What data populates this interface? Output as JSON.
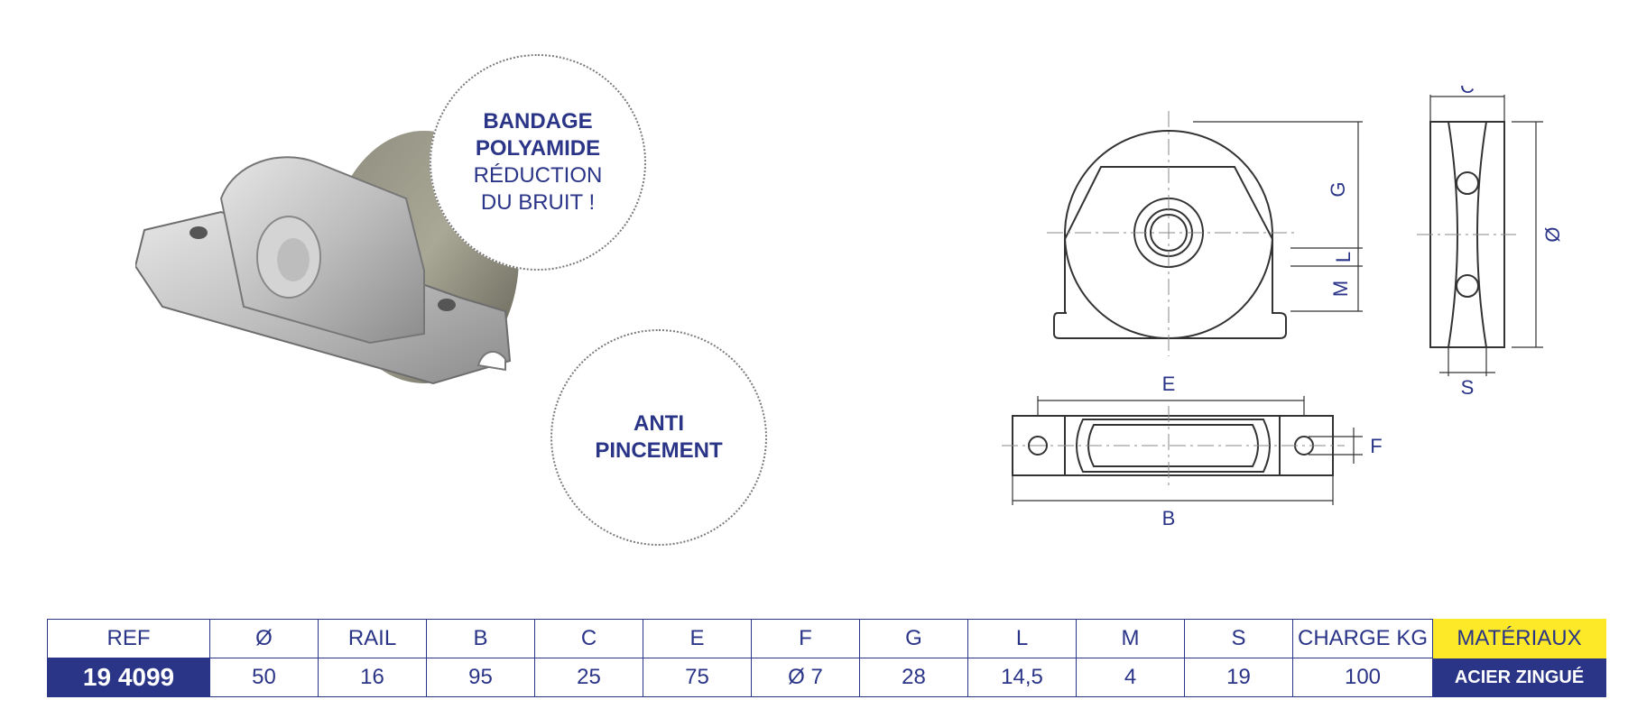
{
  "callouts": {
    "top": {
      "line1": "BANDAGE",
      "line2": "POLYAMIDE",
      "line3": "RÉDUCTION",
      "line4": "DU BRUIT !"
    },
    "bottom": {
      "line1": "ANTI",
      "line2": "PINCEMENT"
    }
  },
  "drawing": {
    "labels": {
      "G": "G",
      "L": "L",
      "M": "M",
      "C": "C",
      "diameter": "Ø",
      "S": "S",
      "E": "E",
      "B": "B",
      "F": "F"
    }
  },
  "spec_table": {
    "headers": [
      "REF",
      "Ø",
      "RAIL",
      "B",
      "C",
      "E",
      "F",
      "G",
      "L",
      "M",
      "S",
      "CHARGE KG",
      "MATÉRIAUX"
    ],
    "row": [
      "19 4099",
      "50",
      "16",
      "95",
      "25",
      "75",
      "Ø 7",
      "28",
      "14,5",
      "4",
      "19",
      "100",
      "ACIER ZINGUÉ"
    ]
  },
  "colors": {
    "brand_blue": "#2b3588",
    "highlight_yellow": "#fde928"
  }
}
